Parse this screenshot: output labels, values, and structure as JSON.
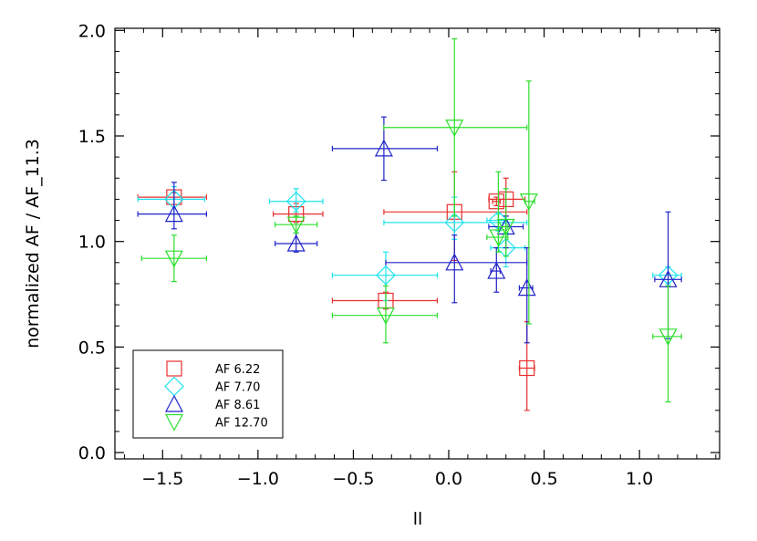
{
  "chart_data": {
    "type": "scatter",
    "title": "",
    "xlabel": "ll",
    "ylabel": "normalized AF  / AF_11.3",
    "xlim": [
      -1.75,
      1.42
    ],
    "ylim": [
      -0.03,
      2.01
    ],
    "xticks": [
      -1.5,
      -1.0,
      -0.5,
      0.0,
      0.5,
      1.0
    ],
    "xtick_labels": [
      "−1.5",
      "−1.0",
      "−0.5",
      "0.0",
      "0.5",
      "1.0"
    ],
    "yticks": [
      0.0,
      0.5,
      1.0,
      1.5,
      2.0
    ],
    "ytick_labels": [
      "0.0",
      "0.5",
      "1.0",
      "1.5",
      "2.0"
    ],
    "grid": false,
    "legend_position": "bottom-left",
    "series": [
      {
        "name": "AF 6.22",
        "marker": "square",
        "color": "#e8302f",
        "points": [
          {
            "x": -1.44,
            "y": 1.21,
            "xerr": [
              -1.63,
              -1.27
            ],
            "yerr": [
              1.2,
              1.23
            ]
          },
          {
            "x": -0.8,
            "y": 1.13,
            "xerr": [
              -0.92,
              -0.66
            ],
            "yerr": [
              1.09,
              1.18
            ]
          },
          {
            "x": -0.33,
            "y": 0.72,
            "xerr": [
              -0.61,
              -0.06
            ],
            "yerr": [
              0.68,
              0.76
            ]
          },
          {
            "x": 0.03,
            "y": 1.14,
            "xerr": [
              -0.34,
              0.41
            ],
            "yerr": [
              0.91,
              1.33
            ]
          },
          {
            "x": 0.25,
            "y": 1.19,
            "xerr": [
              0.23,
              0.27
            ],
            "yerr": [
              1.17,
              1.21
            ]
          },
          {
            "x": 0.3,
            "y": 1.2,
            "xerr": [
              0.21,
              0.4
            ],
            "yerr": [
              1.12,
              1.3
            ]
          },
          {
            "x": 0.41,
            "y": 0.4,
            "xerr": [
              0.37,
              0.45
            ],
            "yerr": [
              0.2,
              0.62
            ]
          }
        ]
      },
      {
        "name": "AF 7.70",
        "marker": "diamond",
        "color": "#1ee3ee",
        "points": [
          {
            "x": -1.44,
            "y": 1.2,
            "xerr": [
              -1.63,
              -1.28
            ],
            "yerr": [
              1.13,
              1.26
            ]
          },
          {
            "x": -0.8,
            "y": 1.19,
            "xerr": [
              -0.94,
              -0.66
            ],
            "yerr": [
              1.14,
              1.25
            ]
          },
          {
            "x": -0.33,
            "y": 0.84,
            "xerr": [
              -0.61,
              -0.06
            ],
            "yerr": [
              0.72,
              0.95
            ]
          },
          {
            "x": 0.03,
            "y": 1.09,
            "xerr": [
              -0.34,
              0.41
            ],
            "yerr": [
              1.01,
              1.21
            ]
          },
          {
            "x": 0.26,
            "y": 1.1,
            "xerr": [
              0.2,
              0.3
            ],
            "yerr": [
              1.05,
              1.13
            ]
          },
          {
            "x": 0.3,
            "y": 0.97,
            "xerr": [
              0.22,
              0.4
            ],
            "yerr": [
              0.88,
              1.04
            ]
          },
          {
            "x": 1.15,
            "y": 0.84,
            "xerr": [
              1.07,
              1.22
            ],
            "yerr": [
              0.8,
              0.88
            ]
          }
        ]
      },
      {
        "name": "AF 8.61",
        "marker": "triangle-up",
        "color": "#1f22c8",
        "points": [
          {
            "x": -1.44,
            "y": 1.13,
            "xerr": [
              -1.63,
              -1.27
            ],
            "yerr": [
              1.06,
              1.28
            ]
          },
          {
            "x": -0.8,
            "y": 0.99,
            "xerr": [
              -0.91,
              -0.69
            ],
            "yerr": [
              0.95,
              1.04
            ]
          },
          {
            "x": -0.34,
            "y": 1.44,
            "xerr": [
              -0.61,
              -0.06
            ],
            "yerr": [
              1.29,
              1.59
            ]
          },
          {
            "x": 0.03,
            "y": 0.9,
            "xerr": [
              -0.33,
              0.41
            ],
            "yerr": [
              0.71,
              1.03
            ]
          },
          {
            "x": 0.25,
            "y": 0.86,
            "xerr": [
              0.22,
              0.27
            ],
            "yerr": [
              0.76,
              0.97
            ]
          },
          {
            "x": 0.3,
            "y": 1.07,
            "xerr": [
              0.21,
              0.39
            ],
            "yerr": [
              0.97,
              1.12
            ]
          },
          {
            "x": 0.41,
            "y": 0.78,
            "xerr": [
              0.37,
              0.44
            ],
            "yerr": [
              0.52,
              0.97
            ]
          },
          {
            "x": 1.15,
            "y": 0.82,
            "xerr": [
              1.08,
              1.22
            ],
            "yerr": [
              0.54,
              1.14
            ]
          }
        ]
      },
      {
        "name": "AF 12.70",
        "marker": "triangle-down",
        "color": "#2bdf2b",
        "points": [
          {
            "x": -1.44,
            "y": 0.92,
            "xerr": [
              -1.61,
              -1.27
            ],
            "yerr": [
              0.81,
              1.03
            ]
          },
          {
            "x": -0.8,
            "y": 1.08,
            "xerr": [
              -0.91,
              -0.69
            ],
            "yerr": [
              1.04,
              1.12
            ]
          },
          {
            "x": -0.33,
            "y": 0.65,
            "xerr": [
              -0.61,
              -0.06
            ],
            "yerr": [
              0.52,
              0.79
            ]
          },
          {
            "x": 0.03,
            "y": 1.54,
            "xerr": [
              -0.34,
              0.41
            ],
            "yerr": [
              1.12,
              1.96
            ]
          },
          {
            "x": 0.26,
            "y": 1.02,
            "xerr": [
              0.2,
              0.31
            ],
            "yerr": [
              0.95,
              1.33
            ]
          },
          {
            "x": 0.3,
            "y": 1.07,
            "xerr": [
              0.26,
              0.31
            ],
            "yerr": [
              0.93,
              1.25
            ]
          },
          {
            "x": 0.42,
            "y": 1.19,
            "xerr": [
              0.4,
              0.45
            ],
            "yerr": [
              0.61,
              1.76
            ]
          },
          {
            "x": 1.15,
            "y": 0.55,
            "xerr": [
              1.07,
              1.22
            ],
            "yerr": [
              0.24,
              0.79
            ]
          }
        ]
      }
    ]
  }
}
